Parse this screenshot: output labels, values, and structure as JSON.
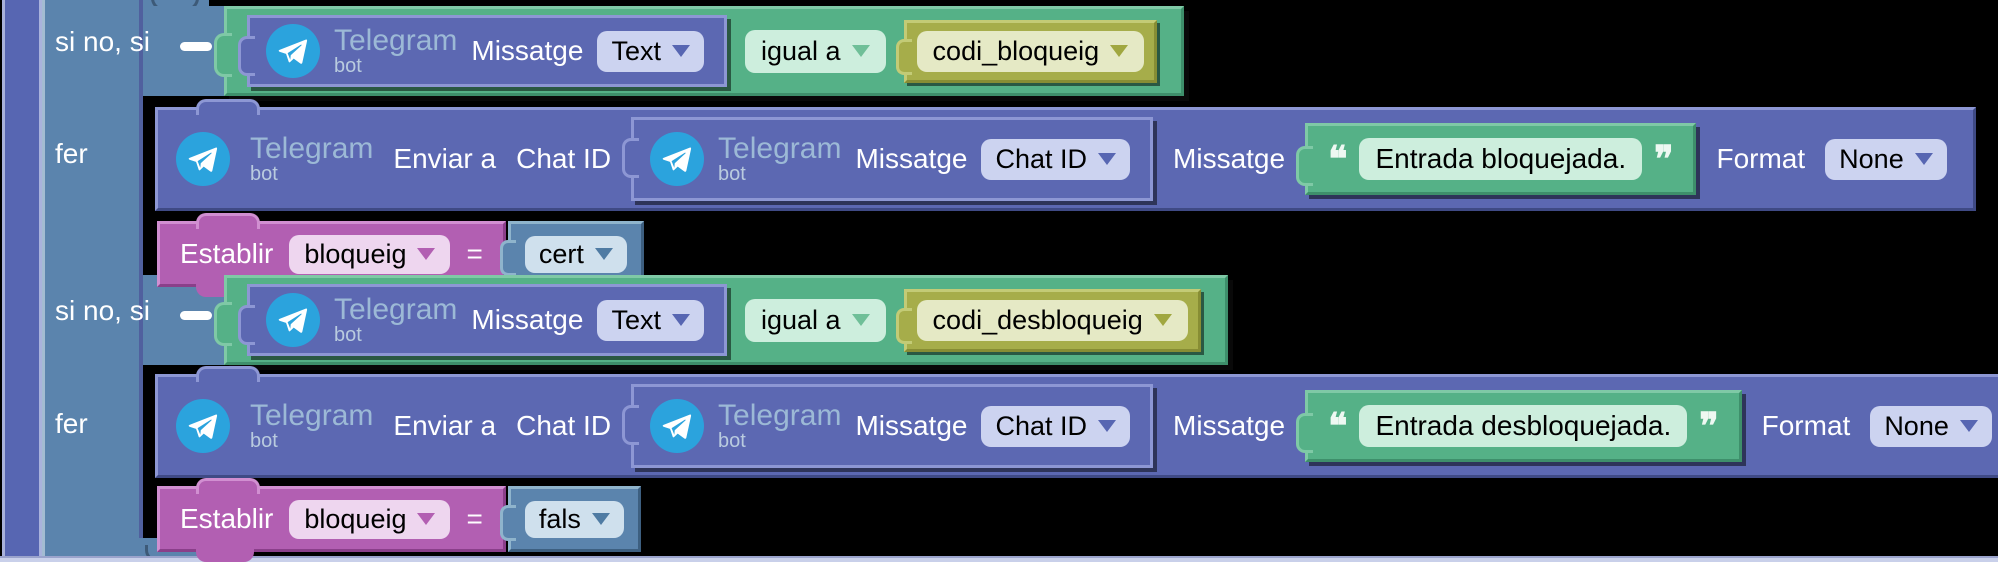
{
  "workspace": {
    "background": "#000000",
    "editor": "blockly-visual-program"
  },
  "colors": {
    "if_block": "#5b84ad",
    "telegram_block": "#5c68b2",
    "compare_block": "#55b187",
    "variable_block": "#a6ad4a",
    "setter_block": "#b25fb2",
    "boolean_block": "#5b84ad",
    "dropdown_light": "#ccd3f0",
    "telegram_brand_circle": "#2ba3dd"
  },
  "telegram": {
    "brand": "Telegram",
    "sub": "bot"
  },
  "icons": {
    "open_quote": "❝",
    "close_quote": "❞"
  },
  "sections": [
    {
      "header": {
        "keyword": "si no, si"
      },
      "condition": {
        "message_label": "Missatge",
        "message_dropdown": "Text",
        "operator_dropdown": "igual a",
        "variable_dropdown": "codi_bloqueig"
      },
      "do": {
        "keyword": "fer",
        "send_label": "Enviar a",
        "target_label": "Chat ID",
        "inner_message_label": "Missatge",
        "inner_message_dropdown": "Chat ID",
        "message_label": "Missatge",
        "message_text": "Entrada bloquejada.",
        "format_label": "Format",
        "format_dropdown": "None"
      },
      "setter": {
        "keyword": "Establir",
        "variable_dropdown": "bloqueig",
        "operator": "=",
        "value_dropdown": "cert"
      }
    },
    {
      "header": {
        "keyword": "si no, si"
      },
      "condition": {
        "message_label": "Missatge",
        "message_dropdown": "Text",
        "operator_dropdown": "igual a",
        "variable_dropdown": "codi_desbloqueig"
      },
      "do": {
        "keyword": "fer",
        "send_label": "Enviar a",
        "target_label": "Chat ID",
        "inner_message_label": "Missatge",
        "inner_message_dropdown": "Chat ID",
        "message_label": "Missatge",
        "message_text": "Entrada desbloquejada.",
        "format_label": "Format",
        "format_dropdown": "None"
      },
      "setter": {
        "keyword": "Establir",
        "variable_dropdown": "bloqueig",
        "operator": "=",
        "value_dropdown": "fals"
      }
    }
  ]
}
